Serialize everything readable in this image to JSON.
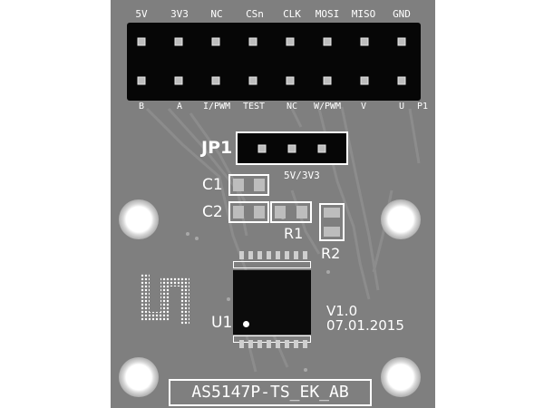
{
  "header_top_labels": [
    "5V",
    "3V3",
    "NC",
    "CSn",
    "CLK",
    "MOSI",
    "MISO",
    "GND"
  ],
  "header_bottom_labels": [
    "B",
    "A",
    "I/PWM",
    "TEST",
    "NC",
    "W/PWM",
    "V",
    "U"
  ],
  "header_ref": "P1",
  "jumper": {
    "ref": "JP1",
    "label": "5V/3V3"
  },
  "capacitors": [
    "C1",
    "C2"
  ],
  "resistors": [
    "R1",
    "R2"
  ],
  "ic_ref": "U1",
  "version": "V1.0",
  "date": "07.01.2015",
  "board_name": "AS5147P-TS_EK_AB",
  "colors": {
    "board": "#7f7f7f",
    "silkscreen": "#ffffff",
    "header": "#060606",
    "pad": "#bdbdbd"
  }
}
